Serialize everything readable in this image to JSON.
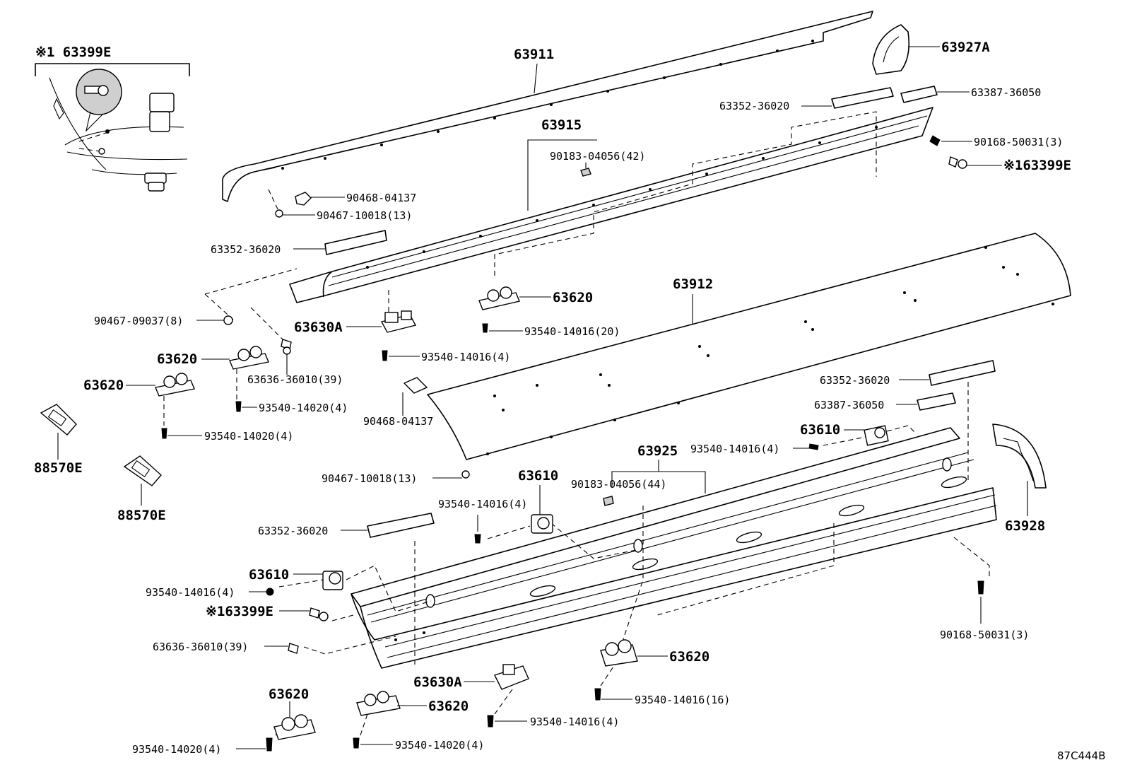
{
  "diagram": {
    "ref_code": "87C444B",
    "inset_title": "※1 63399E",
    "labels": {
      "l_63911": "63911",
      "l_63927A": "63927A",
      "l_63352_top": "63352-36020",
      "l_63387_top": "63387-36050",
      "l_63915": "63915",
      "l_90183_42": "90183-04056(42)",
      "l_90168_top": "90168-50031(3)",
      "l_63399E_top": "※163399E",
      "l_90468_top": "90468-04137",
      "l_90467_13_top": "90467-10018(13)",
      "l_63352_left": "63352-36020",
      "l_63912": "63912",
      "l_63620_mid": "63620",
      "l_90467_09037": "90467-09037(8)",
      "l_63630A_top": "63630A",
      "l_93540_14016_20": "93540-14016(20)",
      "l_93540_14016_4a": "93540-14016(4)",
      "l_63620_left1": "63620",
      "l_63636_top": "63636-36010(39)",
      "l_63620_left2": "63620",
      "l_93540_14020_4a": "93540-14020(4)",
      "l_93540_14020_4b": "93540-14020(4)",
      "l_88570E_1": "88570E",
      "l_88570E_2": "88570E",
      "l_90468_mid": "90468-04137",
      "l_63352_right": "63352-36020",
      "l_63387_right": "63387-36050",
      "l_63610_right": "63610",
      "l_93540_14016_4b": "93540-14016(4)",
      "l_63925": "63925",
      "l_90467_13_mid": "90467-10018(13)",
      "l_63610_mid": "63610",
      "l_90183_44": "90183-04056(44)",
      "l_93540_14016_4c": "93540-14016(4)",
      "l_63928": "63928",
      "l_63352_low": "63352-36020",
      "l_63610_low": "63610",
      "l_93540_14016_4d": "93540-14016(4)",
      "l_63399E_low": "※163399E",
      "l_63636_low": "63636-36010(39)",
      "l_90168_low": "90168-50031(3)",
      "l_63620_br": "63620",
      "l_63630A_low": "63630A",
      "l_63620_bc": "63620",
      "l_63620_bl": "63620",
      "l_93540_14016_16": "93540-14016(16)",
      "l_93540_14016_4e": "93540-14016(4)",
      "l_93540_14020_4c": "93540-14020(4)",
      "l_93540_14020_4d": "93540-14020(4)"
    }
  }
}
